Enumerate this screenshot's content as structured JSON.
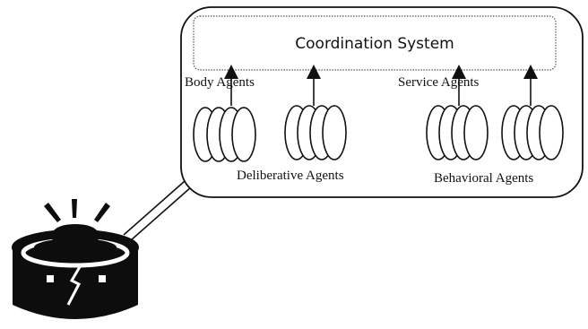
{
  "diagram": {
    "coordination_label": "Coordination System",
    "groups": {
      "body": "Body Agents",
      "deliberative": "Deliberative Agents",
      "service": "Service Agents",
      "behavioral": "Behavioral Agents"
    },
    "colors": {
      "stroke": "#111111",
      "robot_fill": "#0d0d0d",
      "background": "#ffffff"
    },
    "icons": [
      "robot-icon",
      "light-ray-icon",
      "arrow-icon",
      "agent-ellipse-icon"
    ]
  }
}
